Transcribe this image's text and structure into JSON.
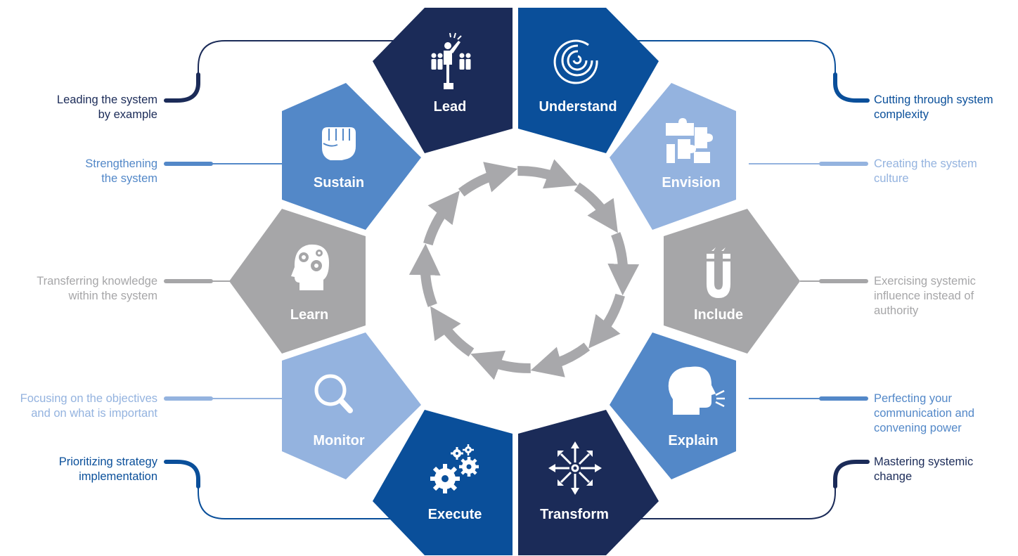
{
  "colors": {
    "navy": "#1b2b58",
    "royal": "#0a4f9a",
    "mid": "#5388c8",
    "light": "#94b3df",
    "gray": "#a6a6a8",
    "arrow": "#a8a8ab"
  },
  "segments": [
    {
      "key": "lead",
      "label": "Lead",
      "color": "navy",
      "icon": "leader-crowd-icon"
    },
    {
      "key": "understand",
      "label": "Understand",
      "color": "royal",
      "icon": "labyrinth-icon"
    },
    {
      "key": "envision",
      "label": "Envision",
      "color": "light",
      "icon": "puzzle-pieces-icon"
    },
    {
      "key": "include",
      "label": "Include",
      "color": "gray",
      "icon": "magnet-icon"
    },
    {
      "key": "explain",
      "label": "Explain",
      "color": "mid",
      "icon": "speaking-head-icon"
    },
    {
      "key": "transform",
      "label": "Transform",
      "color": "navy",
      "icon": "radiating-arrows-icon"
    },
    {
      "key": "execute",
      "label": "Execute",
      "color": "royal",
      "icon": "gears-icon"
    },
    {
      "key": "monitor",
      "label": "Monitor",
      "color": "light",
      "icon": "magnifier-icon"
    },
    {
      "key": "learn",
      "label": "Learn",
      "color": "gray",
      "icon": "brain-gears-head-icon"
    },
    {
      "key": "sustain",
      "label": "Sustain",
      "color": "mid",
      "icon": "fist-icon"
    }
  ],
  "descriptions": {
    "lead": [
      "Leading the system",
      "by example"
    ],
    "understand": [
      "Cutting through system",
      "complexity"
    ],
    "sustain": [
      "Strengthening",
      "the system"
    ],
    "envision": [
      "Creating the system",
      "culture"
    ],
    "learn": [
      "Transferring knowledge",
      "within the system"
    ],
    "include": [
      "Exercising systemic",
      "influence instead of",
      "authority"
    ],
    "monitor": [
      "Focusing on the objectives",
      "and on what is important"
    ],
    "explain": [
      "Perfecting your",
      "communication and",
      "convening power"
    ],
    "execute": [
      "Prioritizing strategy",
      "implementation"
    ],
    "transform": [
      "Mastering systemic",
      "change"
    ]
  },
  "icons": {
    "include": "Ü"
  }
}
